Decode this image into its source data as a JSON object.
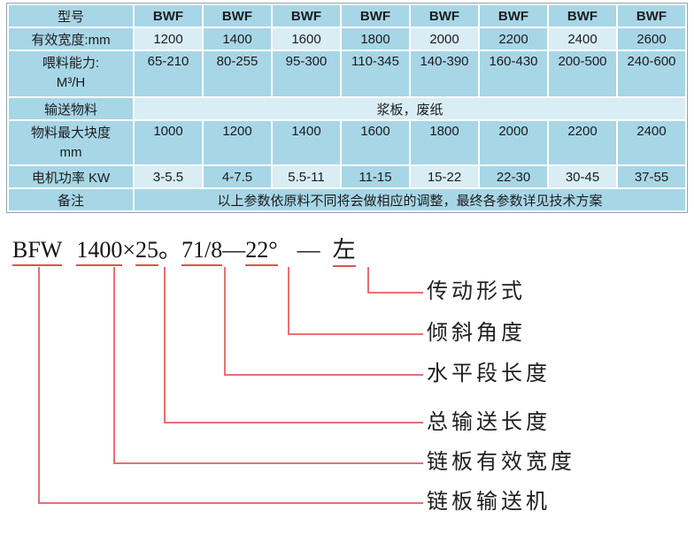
{
  "colors": {
    "cell_medium": "#a7d6e7",
    "cell_light": "#d9edf5",
    "grid_line": "#ffffff",
    "leader_red": "#e87070",
    "underline_red": "#d95454",
    "text": "#1c1c1c"
  },
  "table": {
    "model_row": {
      "label": "型号",
      "values": [
        "BWF",
        "BWF",
        "BWF",
        "BWF",
        "BWF",
        "BWF",
        "BWF",
        "BWF"
      ]
    },
    "width_row": {
      "label": "有效宽度:mm",
      "values": [
        "1200",
        "1400",
        "1600",
        "1800",
        "2000",
        "2200",
        "2400",
        "2600"
      ]
    },
    "capacity_row": {
      "label_line1": "喂料能力:",
      "label_line2": "M³/H",
      "values": [
        "65-210",
        "80-255",
        "95-300",
        "110-345",
        "140-390",
        "160-430",
        "200-500",
        "240-600"
      ]
    },
    "material_row": {
      "label": "输送物料",
      "value": "浆板，废纸"
    },
    "block_row": {
      "label_line1": "物料最大块度",
      "label_line2": "mm",
      "values": [
        "1000",
        "1200",
        "1400",
        "1600",
        "1800",
        "2000",
        "2200",
        "2400"
      ]
    },
    "power_row": {
      "label": "电机功率 KW",
      "values": [
        "3-5.5",
        "4-7.5",
        "5.5-11",
        "11-15",
        "15-22",
        "22-30",
        "30-45",
        "37-55"
      ]
    },
    "remark_row": {
      "label": "备注",
      "value": "以上参数依原料不同将会做相应的调整，最终各参数详见技术方案"
    }
  },
  "model_code": {
    "full": "BFW 1400×25。71/8—22° — 左",
    "parts": [
      {
        "text": "BFW"
      },
      {
        "text": "1400"
      },
      {
        "text": "×"
      },
      {
        "text": "25"
      },
      {
        "text": "。"
      },
      {
        "text": "71/8"
      },
      {
        "text": "—"
      },
      {
        "text": "22°"
      },
      {
        "text": "—"
      },
      {
        "text": "左"
      }
    ]
  },
  "legend": {
    "labels": [
      "传动形式",
      "倾斜角度",
      "水平段长度",
      "总输送长度",
      "链板有效宽度",
      "链板输送机"
    ]
  }
}
